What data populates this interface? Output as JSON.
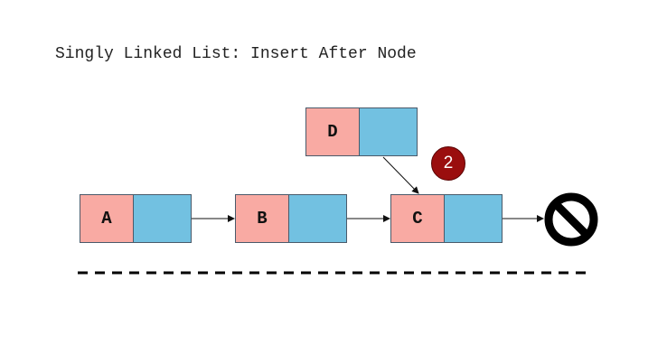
{
  "title": "Singly Linked List: Insert After Node",
  "nodes": {
    "a": {
      "label": "A"
    },
    "b": {
      "label": "B"
    },
    "c": {
      "label": "C"
    },
    "d": {
      "label": "D"
    }
  },
  "step_badge": "2",
  "colors": {
    "value_cell": "#f9aaa3",
    "pointer_cell": "#72c1e1",
    "badge": "#9a0e0e"
  },
  "icons": {
    "null_terminator": "null-icon"
  }
}
